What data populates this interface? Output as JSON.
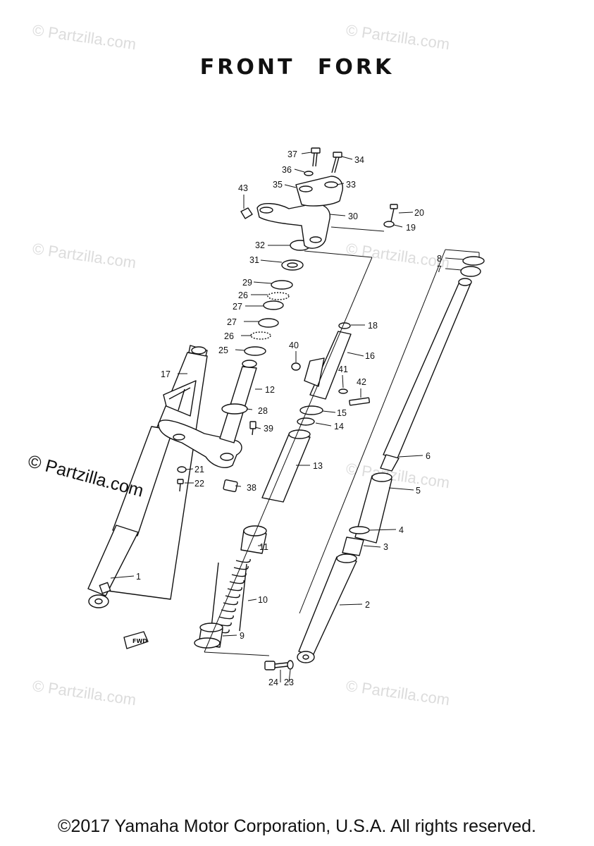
{
  "title": "FRONT FORK",
  "watermark": "© Partzilla.com",
  "footer": "©2017 Yamaha Motor Corporation, U.S.A. All rights reserved.",
  "fwd_badge": "FWD",
  "callouts": {
    "c1": "1",
    "c2": "2",
    "c3": "3",
    "c4": "4",
    "c5": "5",
    "c6": "6",
    "c7": "7",
    "c8": "8",
    "c9": "9",
    "c10": "10",
    "c11": "11",
    "c12": "12",
    "c13": "13",
    "c14": "14",
    "c15": "15",
    "c16": "16",
    "c17": "17",
    "c18": "18",
    "c19": "19",
    "c20": "20",
    "c21": "21",
    "c22": "22",
    "c23": "23",
    "c24": "24",
    "c25": "25",
    "c26a": "26",
    "c26b": "26",
    "c27a": "27",
    "c27b": "27",
    "c28": "28",
    "c29": "29",
    "c30": "30",
    "c31": "31",
    "c32": "32",
    "c33": "33",
    "c34": "34",
    "c35": "35",
    "c36": "36",
    "c37": "37",
    "c38": "38",
    "c39": "39",
    "c40": "40",
    "c41": "41",
    "c42": "42",
    "c43": "43"
  }
}
